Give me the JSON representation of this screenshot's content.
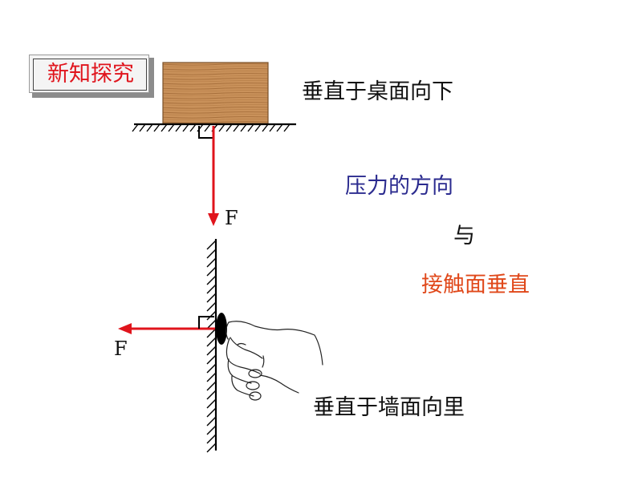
{
  "badge": {
    "text": "新知探究",
    "text_color": "#e0141c"
  },
  "labels": {
    "desk_direction": "垂直于桌面向下",
    "pressure_direction": "压力的方向",
    "and": "与",
    "perpendicular_contact": "接触面垂直",
    "wall_direction": "垂直于墙面向里"
  },
  "force_labels": {
    "vertical": "F",
    "horizontal": "F"
  },
  "colors": {
    "arrow": "#e0141c",
    "pressure_text": "#2b2b8f",
    "contact_text": "#e0481a",
    "wood": "#c9915a"
  }
}
